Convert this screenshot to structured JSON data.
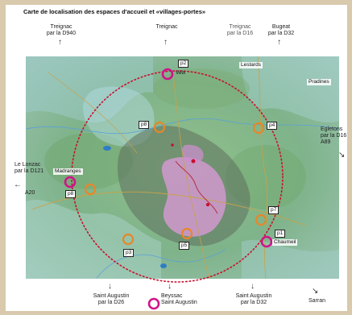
{
  "title": "Carte de localisation des espaces d'accueil et «villages-portes»",
  "directions": {
    "treignac_d940": [
      "Treignac",
      "par la D940"
    ],
    "treignac_top": [
      "Treignac"
    ],
    "treignac_d16": [
      "Treignac",
      "par la D16"
    ],
    "bugeat_d32": [
      "Bugeat",
      "par la D32"
    ],
    "egletons": [
      "Egletons",
      "par la D16",
      "A89"
    ],
    "lonzac": [
      "Le Lonzac",
      "par la D121"
    ],
    "a20": "A20",
    "st_augustin_d26": [
      "Saint Augustin",
      "par la D26"
    ],
    "beyssac": [
      "Beyssac",
      "Saint Augustin"
    ],
    "st_augustin_d32": [
      "Saint Augustin",
      "par la D32"
    ],
    "sarran": "Sarran"
  },
  "places": {
    "veix": "Veix",
    "lestards": "Lestards",
    "pradines": "Pradines",
    "madranges": "Madranges",
    "chaumeil": "Chaumeil"
  },
  "tags": {
    "p2": "p2",
    "p8_top": "p8",
    "p4": "p4",
    "p8_left": "p8",
    "p7": "p7",
    "p1": "p1",
    "p3": "p3",
    "p5": "p5"
  },
  "colors": {
    "village_porte": "#d0138a",
    "espace_accueil": "#e8862a",
    "perimeter": "#c8102e"
  }
}
